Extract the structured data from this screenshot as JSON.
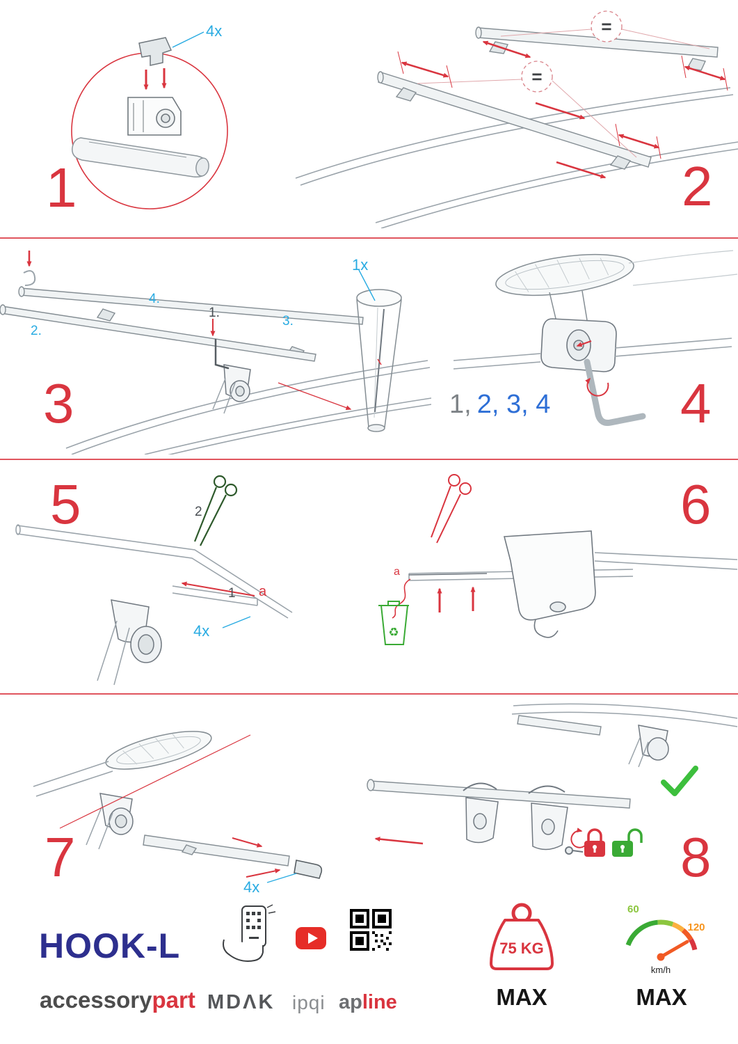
{
  "colors": {
    "accent_red": "#d9353f",
    "label_blue": "#29abe2",
    "sequence_blue": "#2e6fd6",
    "success_green": "#3aaa35",
    "warning_orange": "#f15a24",
    "brand_navy": "#2d2f8e",
    "youtube_red": "#e62d27"
  },
  "icons": {
    "recycle": "♻"
  },
  "steps": {
    "s1": {
      "number": "1",
      "qty": "4x"
    },
    "s2": {
      "number": "2",
      "equal_top": "=",
      "equal_mid": "="
    },
    "s3": {
      "number": "3",
      "qty": "1x",
      "label_1": "1.",
      "label_2": "2.",
      "label_3": "3.",
      "label_4": "4."
    },
    "s4": {
      "number": "4",
      "sequence_gray": "1,",
      "sequence_blue": "2, 3, 4"
    },
    "s5": {
      "number": "5",
      "label_1": "1",
      "label_2": "2",
      "label_a": "a",
      "qty": "4x"
    },
    "s6": {
      "number": "6",
      "label_a": "a"
    },
    "s7": {
      "number": "7",
      "qty": "4x"
    },
    "s8": {
      "number": "8"
    }
  },
  "footer": {
    "product_name": "HOOK-L",
    "brand_gray": "accessory",
    "brand_red": "part",
    "logo_mdak": "MDΛK",
    "logo_ipqi": "ipqi",
    "logo_ap_gray": "ap",
    "logo_ap_red": "line",
    "weight_value": "75 KG",
    "weight_max": "MAX",
    "speed_low": "60",
    "speed_high": "120",
    "speed_unit": "km/h",
    "speed_max": "MAX"
  }
}
